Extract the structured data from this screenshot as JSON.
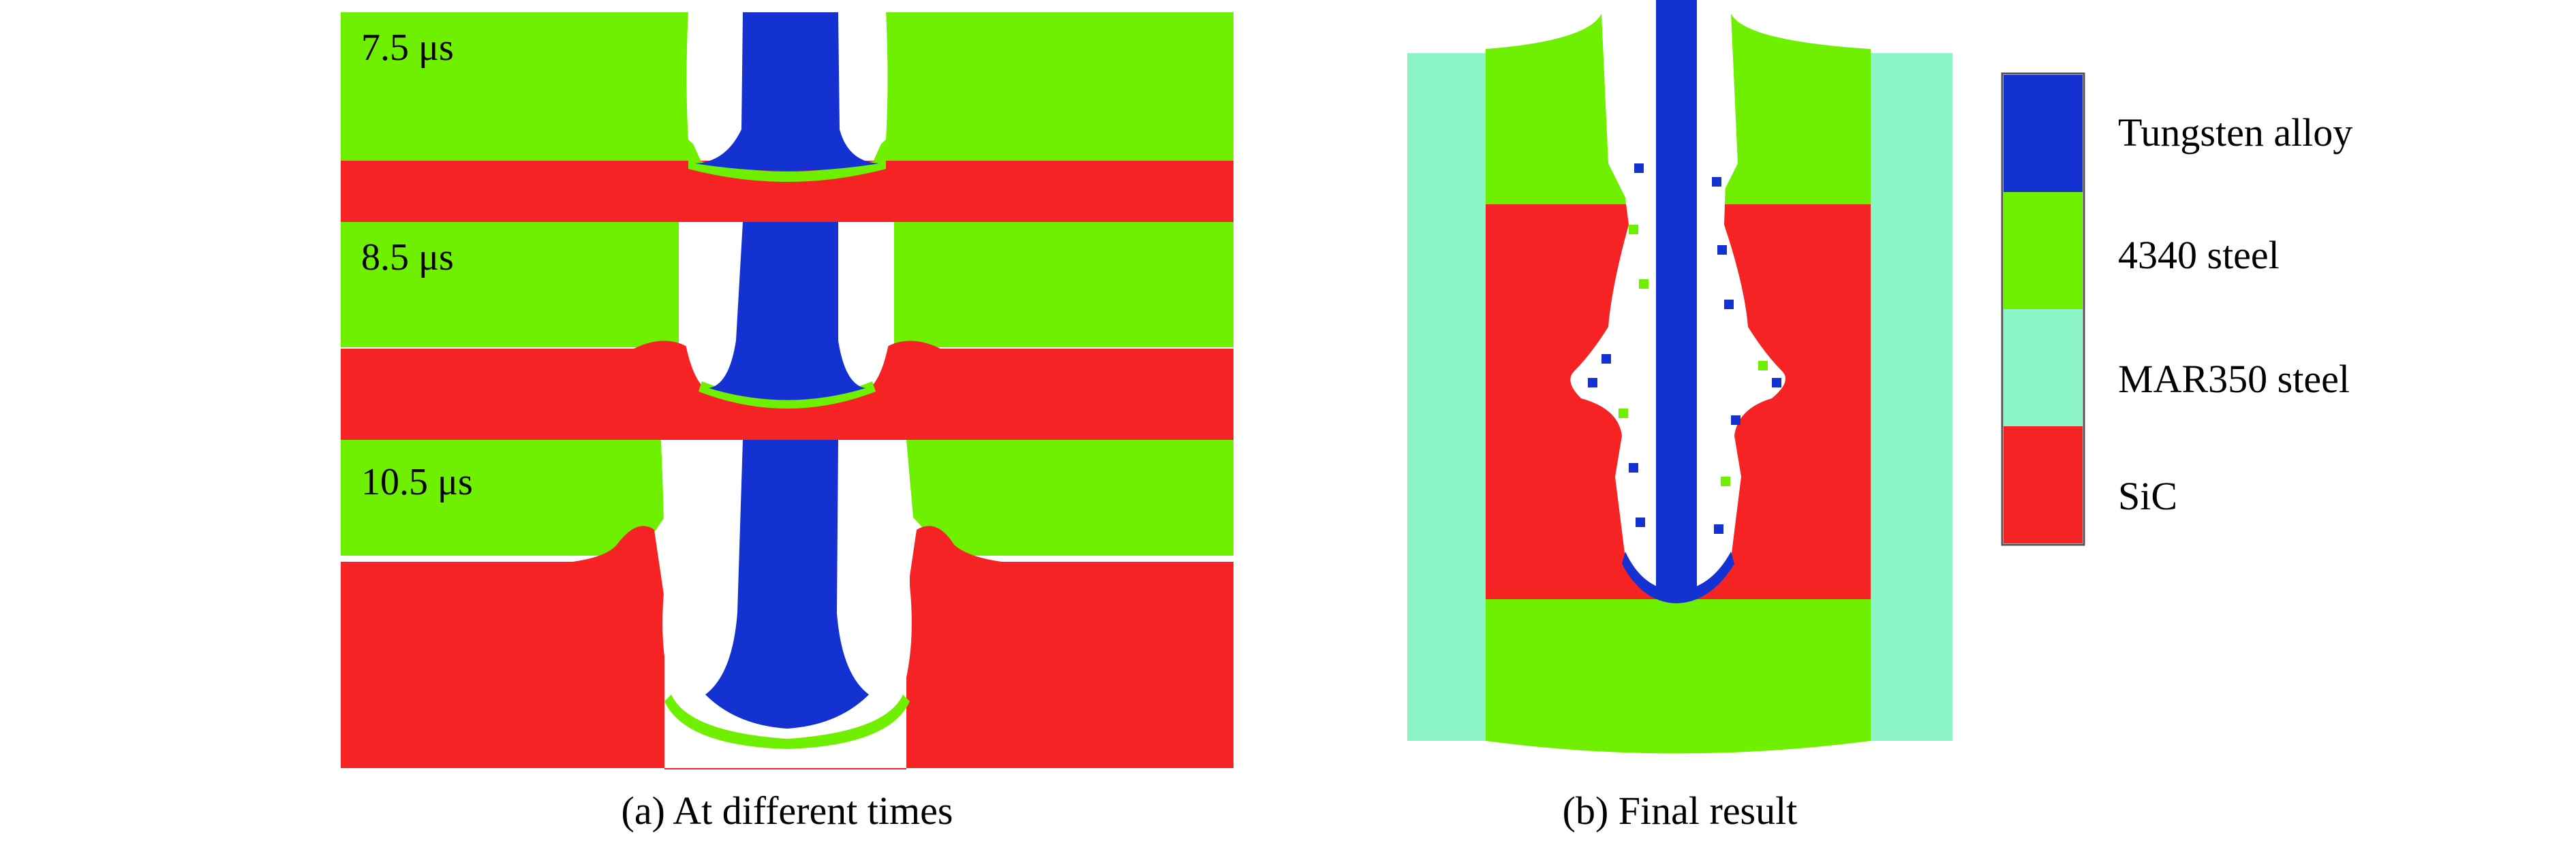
{
  "materials": {
    "tungsten": {
      "name": "Tungsten alloy",
      "color": "#1432d2"
    },
    "steel4340": {
      "name": "4340 steel",
      "color": "#6ef000"
    },
    "mar350": {
      "name": "MAR350 steel",
      "color": "#8cf5c8"
    },
    "sic": {
      "name": "SiC",
      "color": "#f52323"
    }
  },
  "panel_a": {
    "frames": [
      {
        "time": "7.5 μs"
      },
      {
        "time": "8.5 μs"
      },
      {
        "time": "10.5 μs"
      }
    ],
    "caption": "(a) At different times"
  },
  "panel_b": {
    "caption": "(b) Final result"
  },
  "legend": {
    "items": [
      {
        "label": "Tungsten alloy",
        "color": "#1432d2"
      },
      {
        "label": "4340 steel",
        "color": "#6ef000"
      },
      {
        "label": "MAR350 steel",
        "color": "#8cf5c8"
      },
      {
        "label": "SiC",
        "color": "#f52323"
      }
    ]
  }
}
